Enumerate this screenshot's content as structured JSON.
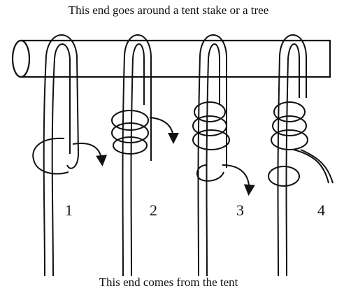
{
  "diagram": {
    "top_caption": "This end goes around a tent stake or a tree",
    "bottom_caption": "This end comes from the tent",
    "step_labels": [
      "1",
      "2",
      "3",
      "4"
    ],
    "colors": {
      "line": "#111111",
      "background": "#ffffff"
    }
  }
}
